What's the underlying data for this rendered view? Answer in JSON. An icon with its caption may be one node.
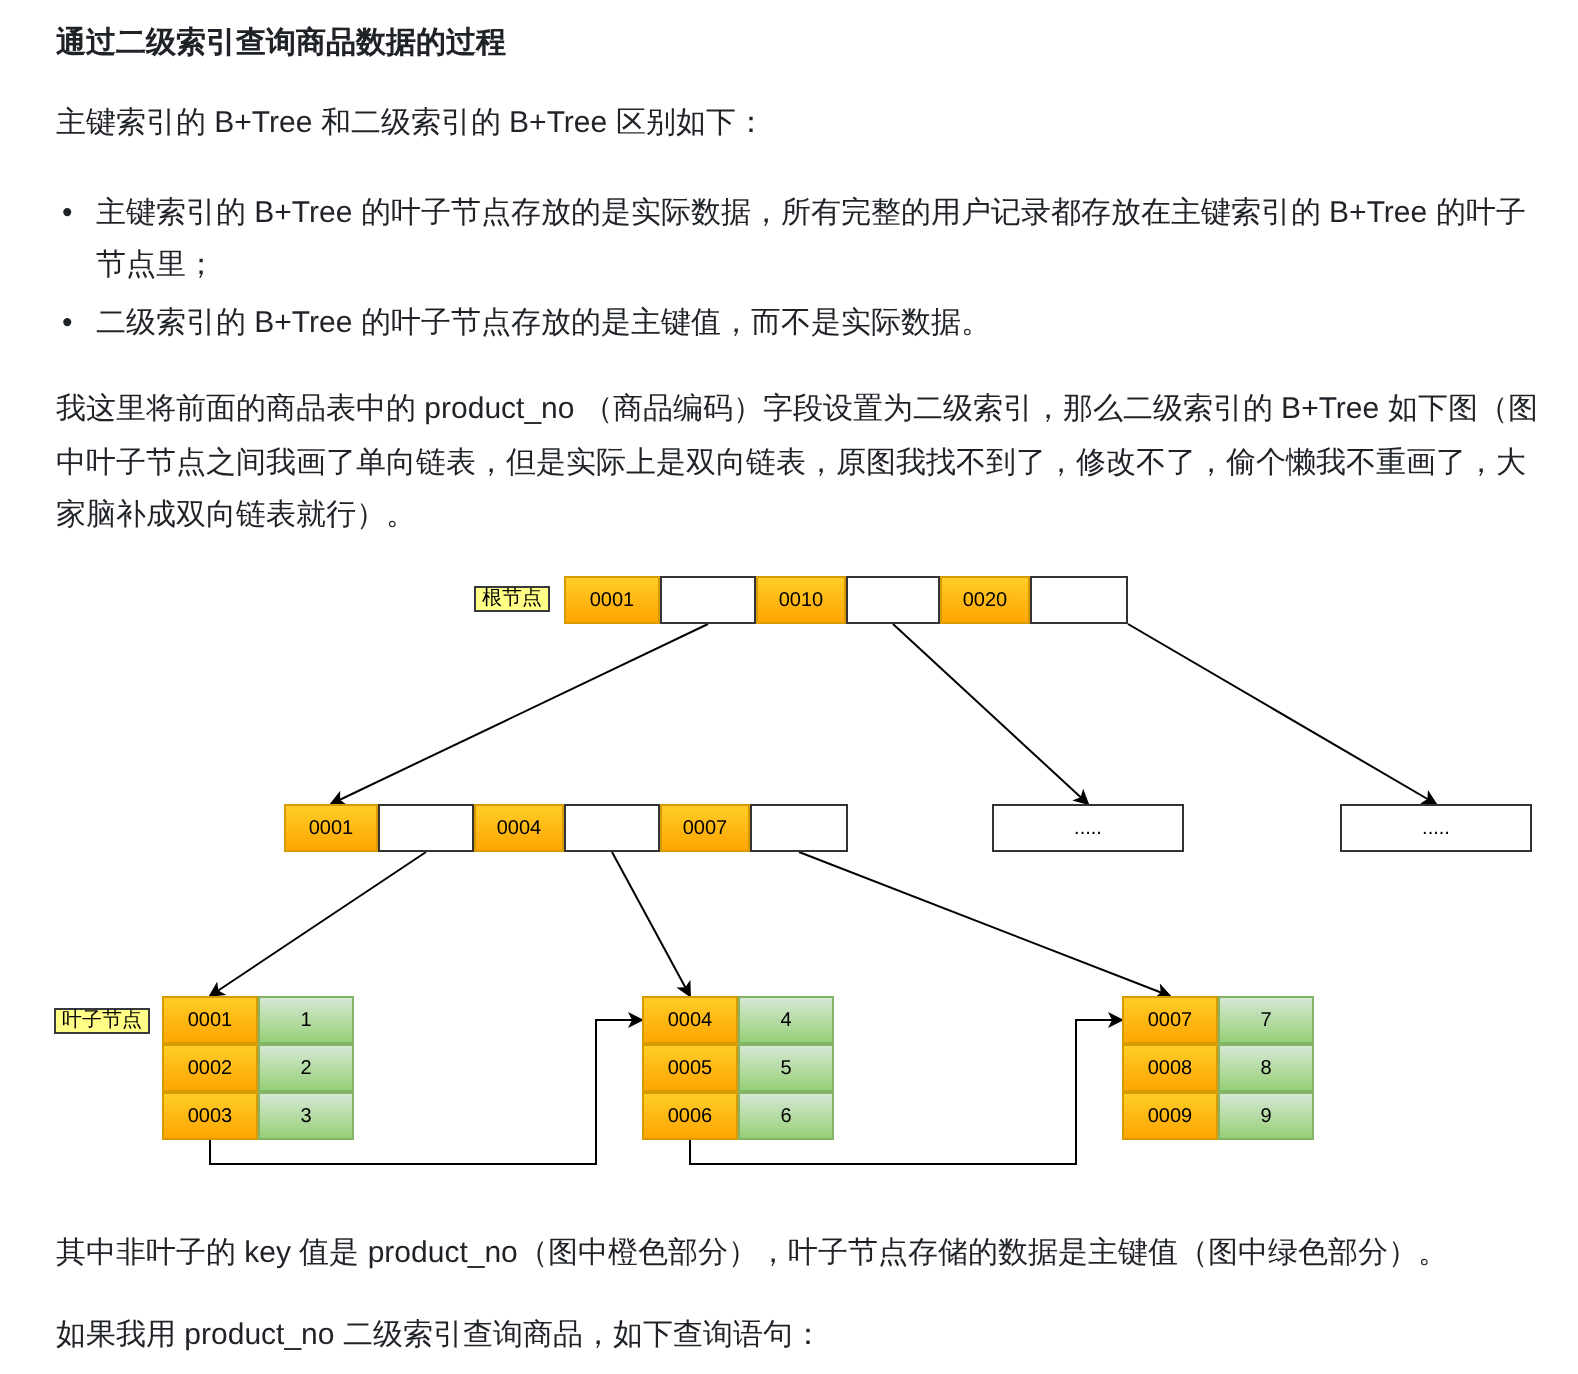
{
  "diagram": {
    "title": "通过二级索引查询商品数据的过程",
    "nodes": [
      {
        "text": [
          "0001"
        ]
      },
      {
        "text": [],
        "shape": "box"
      },
      {
        "text": [
          "0010"
        ]
      },
      {
        "text": [],
        "shape": "box"
      },
      {
        "text": [
          "0020"
        ]
      },
      {
        "text": [],
        "shape": "box"
      },
      {
        "text": [
          "0001"
        ]
      },
      {
        "text": [],
        "shape": "box"
      },
      {
        "text": [
          "0004"
        ]
      },
      {
        "text": [],
        "shape": "box"
      },
      {
        "text": [
          "0007"
        ]
      },
      {
        "text": [],
        "shape": "box"
      },
      {
        "text": [
          "....."
        ]
      },
      {
        "text": [
          "....."
        ]
      },
      {
        "text": [
          "0001"
        ]
      },
      {
        "text": [
          "1"
        ]
      },
      {
        "text": [
          "0002"
        ]
      },
      {
        "text": [
          "2"
        ]
      },
      {
        "text": [
          "0003"
        ]
      },
      {
        "text": [
          "3"
        ]
      },
      {
        "text": [
          "0004"
        ]
      },
      {
        "text": [
          "4"
        ]
      },
      {
        "text": [
          "0005"
        ]
      },
      {
        "text": [
          "5"
        ]
      },
      {
        "text": [
          "0006"
        ]
      },
      {
        "text": [
          "6"
        ]
      },
      {
        "text": [
          "0007"
        ]
      },
      {
        "text": [
          "7"
        ]
      },
      {
        "text": [
          "0008"
        ]
      },
      {
        "text": [
          "8"
        ]
      },
      {
        "text": [
          "0009"
        ]
      },
      {
        "text": [
          "9"
        ]
      }
    ],
    "edges": [
      {
        "from": 1,
        "to": 6,
        "arrow": "to"
      },
      {
        "from": 3,
        "to": 12,
        "arrow": "to"
      },
      {
        "from": 5,
        "to": 13,
        "arrow": "to"
      },
      {
        "from": 7,
        "to": 14,
        "arrow": "to"
      },
      {
        "from": 9,
        "to": 20,
        "arrow": "to"
      },
      {
        "from": 11,
        "to": 26,
        "arrow": "to"
      },
      {
        "from": 18,
        "to": 20,
        "arrow": "to"
      },
      {
        "from": 24,
        "to": 26,
        "arrow": "to"
      }
    ],
    "labels": [
      "主键索引的 B+Tree 和二级索引的 B+Tree 区别如下：",
      "•",
      "主键索引的 B+Tree 的叶子节点存放的是实际数据，所有完整的用户记录都存放在主键索引的 B+Tree 的叶子节点里；",
      "•",
      "二级索引的 B+Tree 的叶子节点存放的是主键值，而不是实际数据。",
      "我这里将前面的商品表中的 product_no （商品编码）字段设置为二级索引，那么二级索引的 B+Tree 如下图（图中叶子节点之间我画了单向链表，但是实际上是双向链表，原图我找不到了，修改不了，偷个懒我不重画了，大家脑补成双向链表就行）。",
      "根节点",
      "叶子节点",
      "其中非叶子的 key 值是 product_no（图中橙色部分），叶子节点存储的数据是主键值（图中绿色部分）。",
      "如果我用 product_no 二级索引查询商品，如下查询语句："
    ]
  }
}
